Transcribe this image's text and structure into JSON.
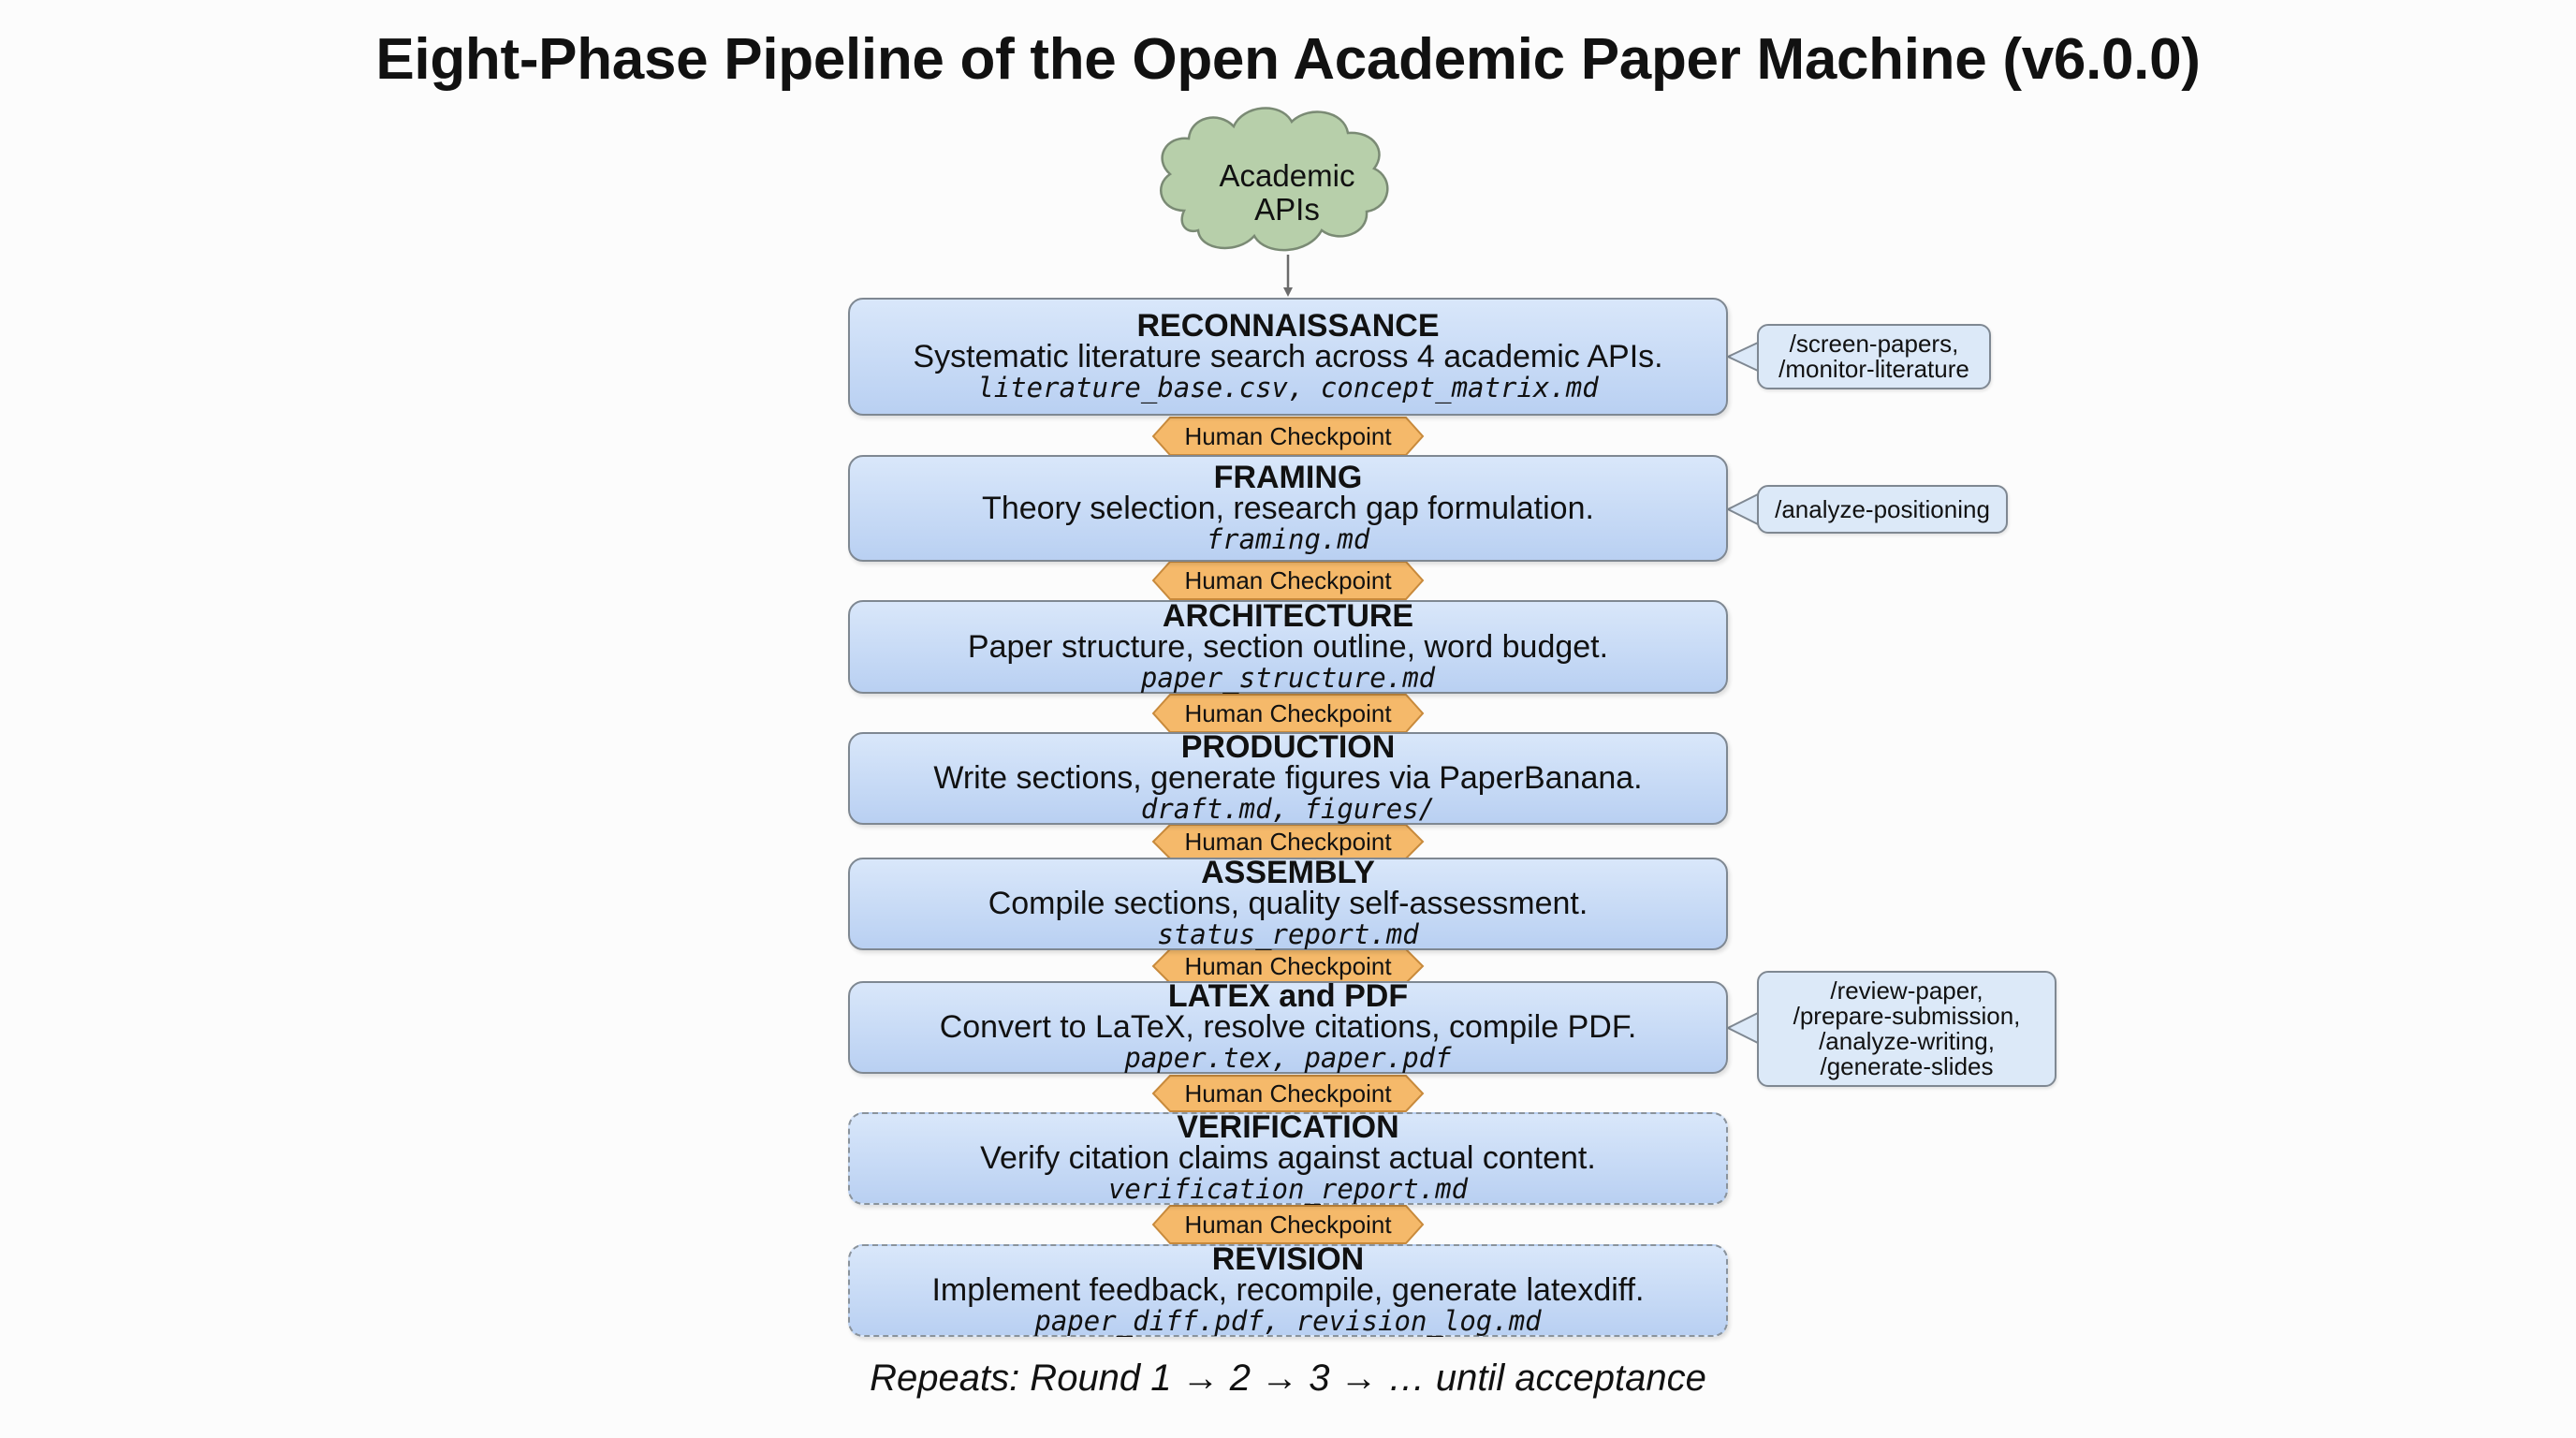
{
  "title": "Eight-Phase Pipeline of the Open Academic Paper Machine (v6.0.0)",
  "source": {
    "line1": "Academic",
    "line2": "APIs"
  },
  "checkpoint_label": "Human Checkpoint",
  "phases": [
    {
      "title": "RECONNAISSANCE",
      "description": "Systematic literature search across 4 academic APIs.",
      "files": "literature_base.csv, concept_matrix.md",
      "dashed": false
    },
    {
      "title": "FRAMING",
      "description": "Theory selection, research gap formulation.",
      "files": "framing.md",
      "dashed": false
    },
    {
      "title": "ARCHITECTURE",
      "description": "Paper structure, section outline, word budget.",
      "files": "paper_structure.md",
      "dashed": false
    },
    {
      "title": "PRODUCTION",
      "description": "Write sections, generate figures via PaperBanana.",
      "files": "draft.md, figures/",
      "dashed": false
    },
    {
      "title": "ASSEMBLY",
      "description": "Compile sections, quality self-assessment.",
      "files": "status_report.md",
      "dashed": false
    },
    {
      "title": "LATEX and PDF",
      "description": "Convert to LaTeX, resolve citations, compile PDF.",
      "files": "paper.tex, paper.pdf",
      "dashed": false
    },
    {
      "title": "VERIFICATION",
      "description": "Verify citation claims against actual content.",
      "files": "verification_report.md",
      "dashed": true
    },
    {
      "title": "REVISION",
      "description": "Implement feedback, recompile, generate latexdiff.",
      "files": "paper_diff.pdf, revision_log.md",
      "dashed": true
    }
  ],
  "commands": [
    {
      "phase": "RECONNAISSANCE",
      "lines": [
        "/screen-papers,",
        "/monitor-literature"
      ]
    },
    {
      "phase": "FRAMING",
      "lines": [
        "/analyze-positioning"
      ]
    },
    {
      "phase": "LATEX and PDF",
      "lines": [
        "/review-paper,",
        "/prepare-submission,",
        "/analyze-writing,",
        "/generate-slides"
      ]
    }
  ],
  "footer": "Repeats: Round 1 → 2 → 3 → … until acceptance",
  "colors": {
    "phase_fill_top": "#d9e7fa",
    "phase_fill_bottom": "#b9d0f2",
    "checkpoint_fill": "#f5b96a",
    "cloud_fill": "#b7cfaa",
    "command_fill": "#dce9f8",
    "border": "#7f8892"
  }
}
